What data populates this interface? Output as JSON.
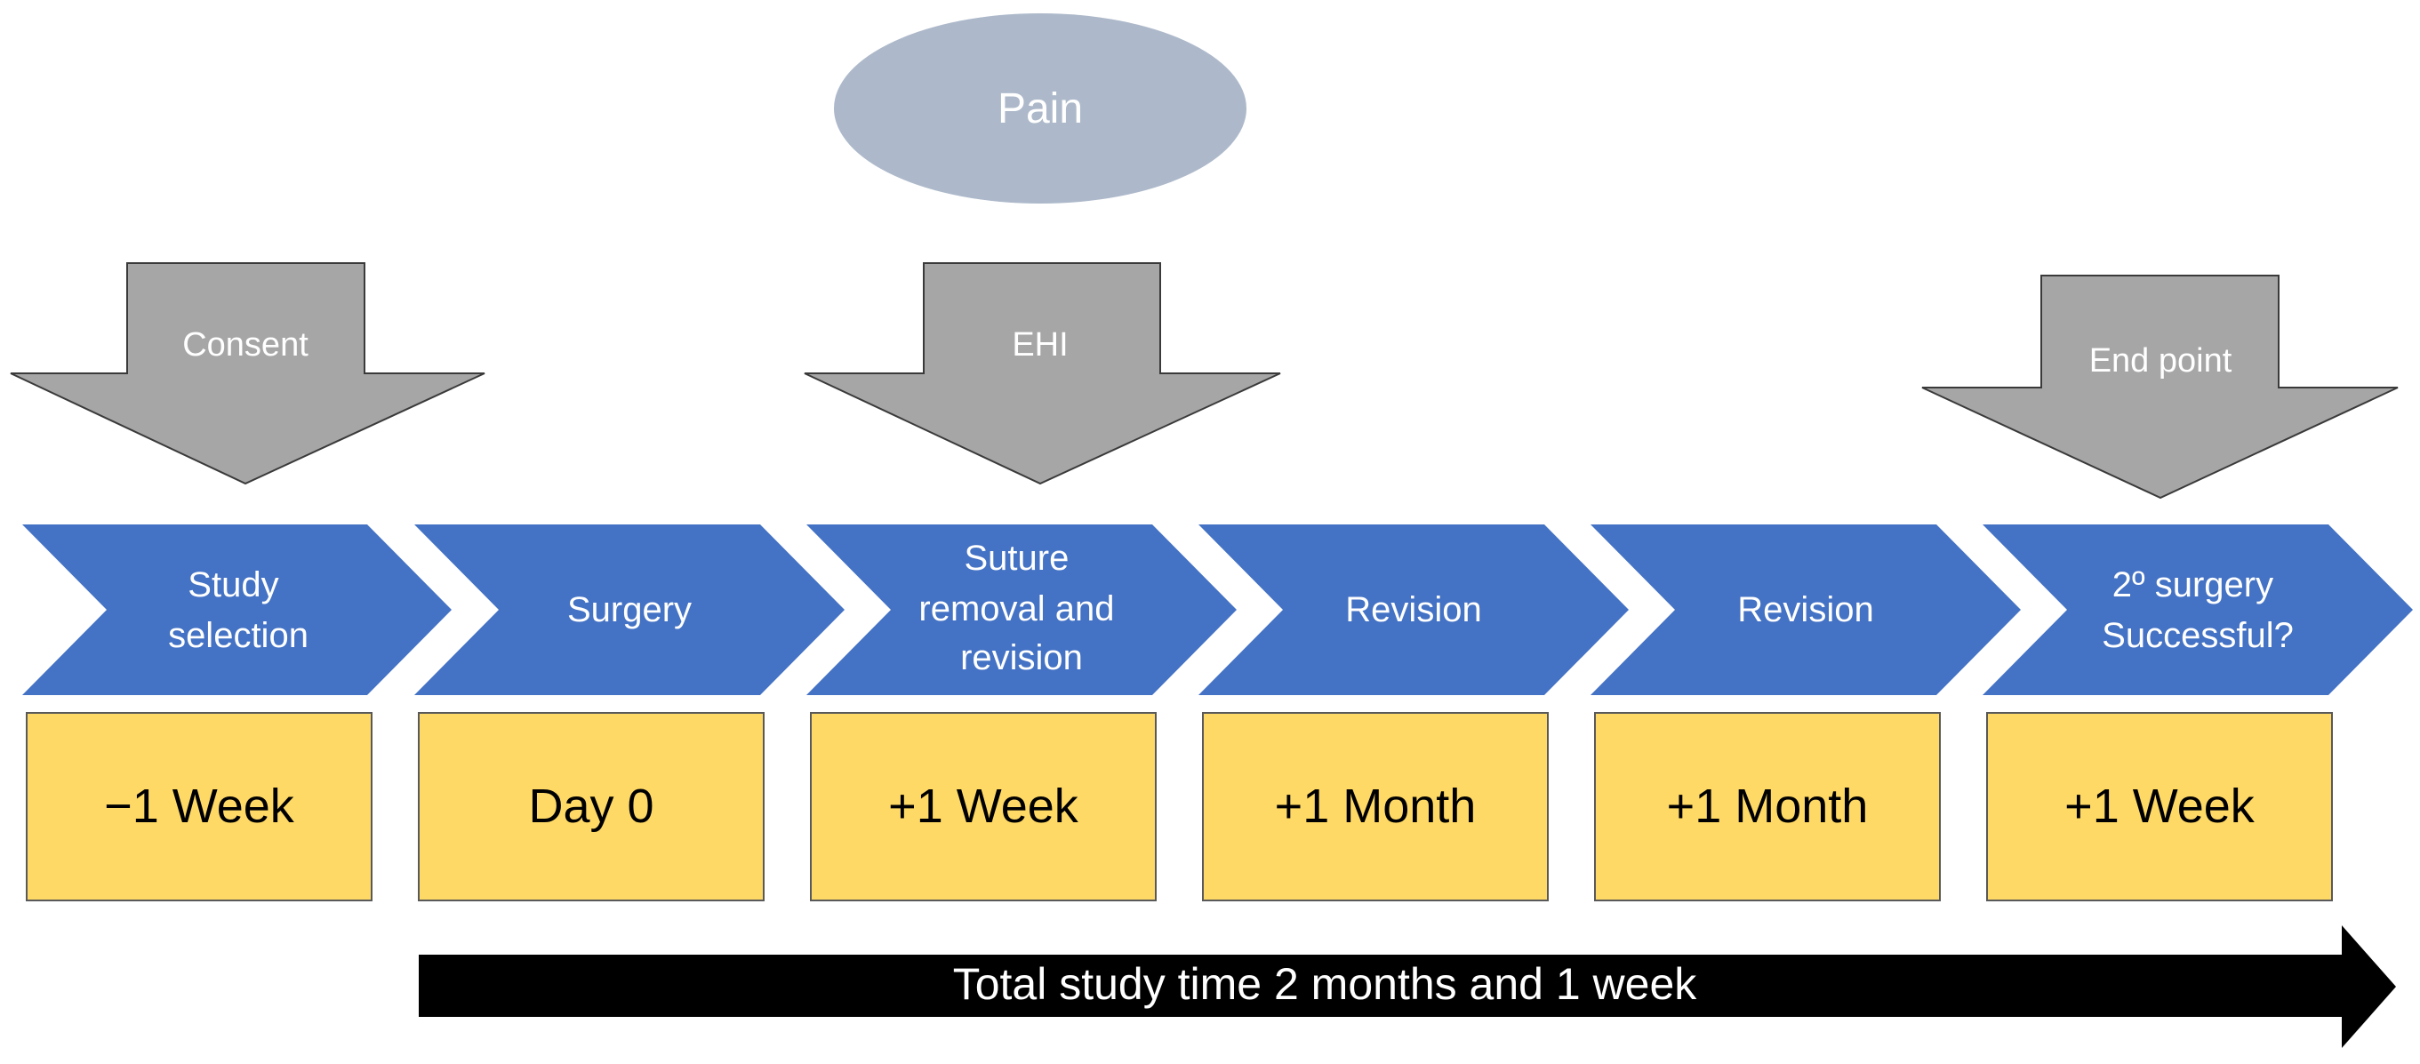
{
  "colors": {
    "chevron_fill": "#4472C4",
    "box_fill": "#FFD966",
    "box_stroke": "#595959",
    "arrow_fill": "#A6A6A6",
    "arrow_stroke": "#3A3A3A",
    "ellipse_fill": "#ADB9CA",
    "timeline_fill": "#000000"
  },
  "pain_label": "Pain",
  "down_arrows": [
    {
      "label": "Consent"
    },
    {
      "label": "EHI"
    },
    {
      "label": "End point"
    }
  ],
  "steps": [
    {
      "lines": [
        "Study",
        "selection"
      ],
      "time": "−1 Week"
    },
    {
      "lines": [
        "Surgery"
      ],
      "time": "Day 0"
    },
    {
      "lines": [
        "Suture",
        "removal and",
        "revision"
      ],
      "time": "+1 Week"
    },
    {
      "lines": [
        "Revision"
      ],
      "time": "+1 Month"
    },
    {
      "lines": [
        "Revision"
      ],
      "time": "+1 Month"
    },
    {
      "lines": [
        "2º surgery",
        "Successful?"
      ],
      "time": "+1 Week"
    }
  ],
  "total_label": "Total study time 2 months and 1 week"
}
